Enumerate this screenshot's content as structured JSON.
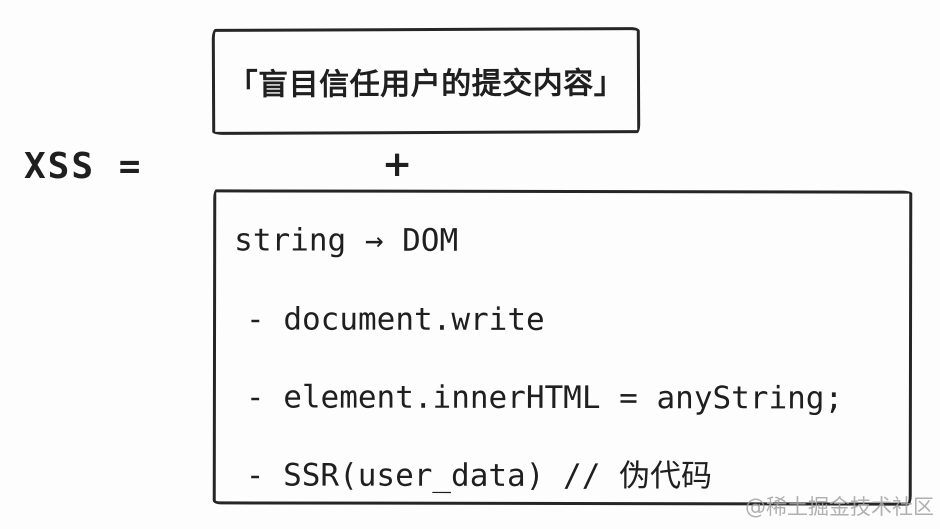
{
  "equation": {
    "lhs": "XSS =",
    "operator": "+"
  },
  "top_box": {
    "text": "「盲目信任用户的提交内容」"
  },
  "bottom_box": {
    "title": "string → DOM",
    "items": [
      "- document.write",
      "- element.innerHTML = anyString;",
      "- SSR(user_data) // 伪代码"
    ]
  },
  "watermark": "@稀土掘金技术社区",
  "colors": {
    "ink": "#1f1f1f",
    "box_border": "#262626",
    "background": "#fdfdfd",
    "watermark": "#a3a3a3"
  }
}
